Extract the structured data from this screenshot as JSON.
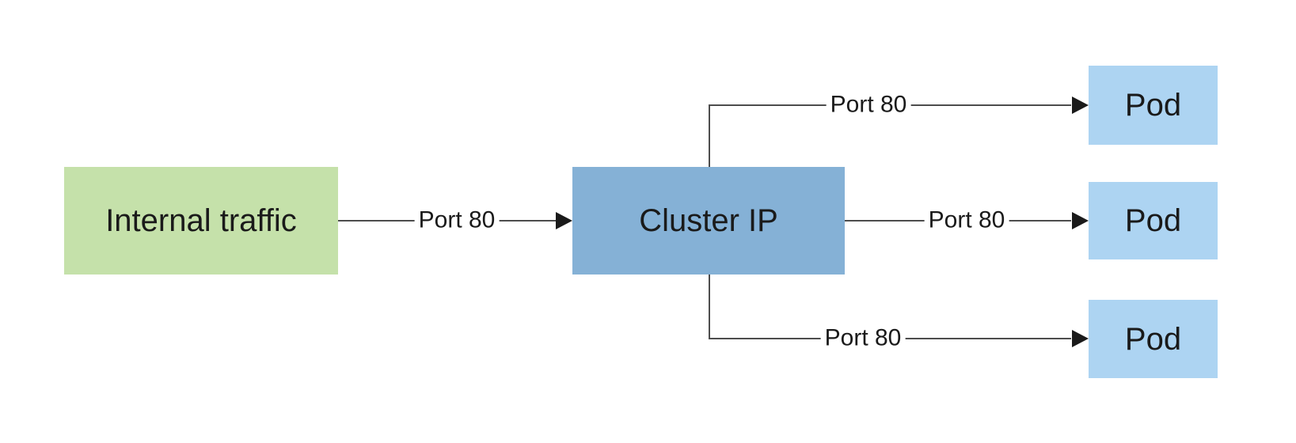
{
  "diagram": {
    "type": "network-flow-diagram",
    "nodes": {
      "internal_traffic": {
        "label": "Internal traffic"
      },
      "cluster_ip": {
        "label": "Cluster IP"
      },
      "pods": [
        {
          "label": "Pod"
        },
        {
          "label": "Pod"
        },
        {
          "label": "Pod"
        }
      ]
    },
    "edges": [
      {
        "from": "internal_traffic",
        "to": "cluster_ip",
        "label": "Port 80"
      },
      {
        "from": "cluster_ip",
        "to": "pod_1",
        "label": "Port 80"
      },
      {
        "from": "cluster_ip",
        "to": "pod_2",
        "label": "Port 80"
      },
      {
        "from": "cluster_ip",
        "to": "pod_3",
        "label": "Port 80"
      }
    ],
    "colors": {
      "background": "#ffffff",
      "source_fill": "#c5e1aa",
      "service_fill": "#85b1d6",
      "pod_fill": "#add4f2",
      "line": "#4d4d4d",
      "arrow": "#1a1a1a",
      "text": "#1a1a1a"
    }
  }
}
